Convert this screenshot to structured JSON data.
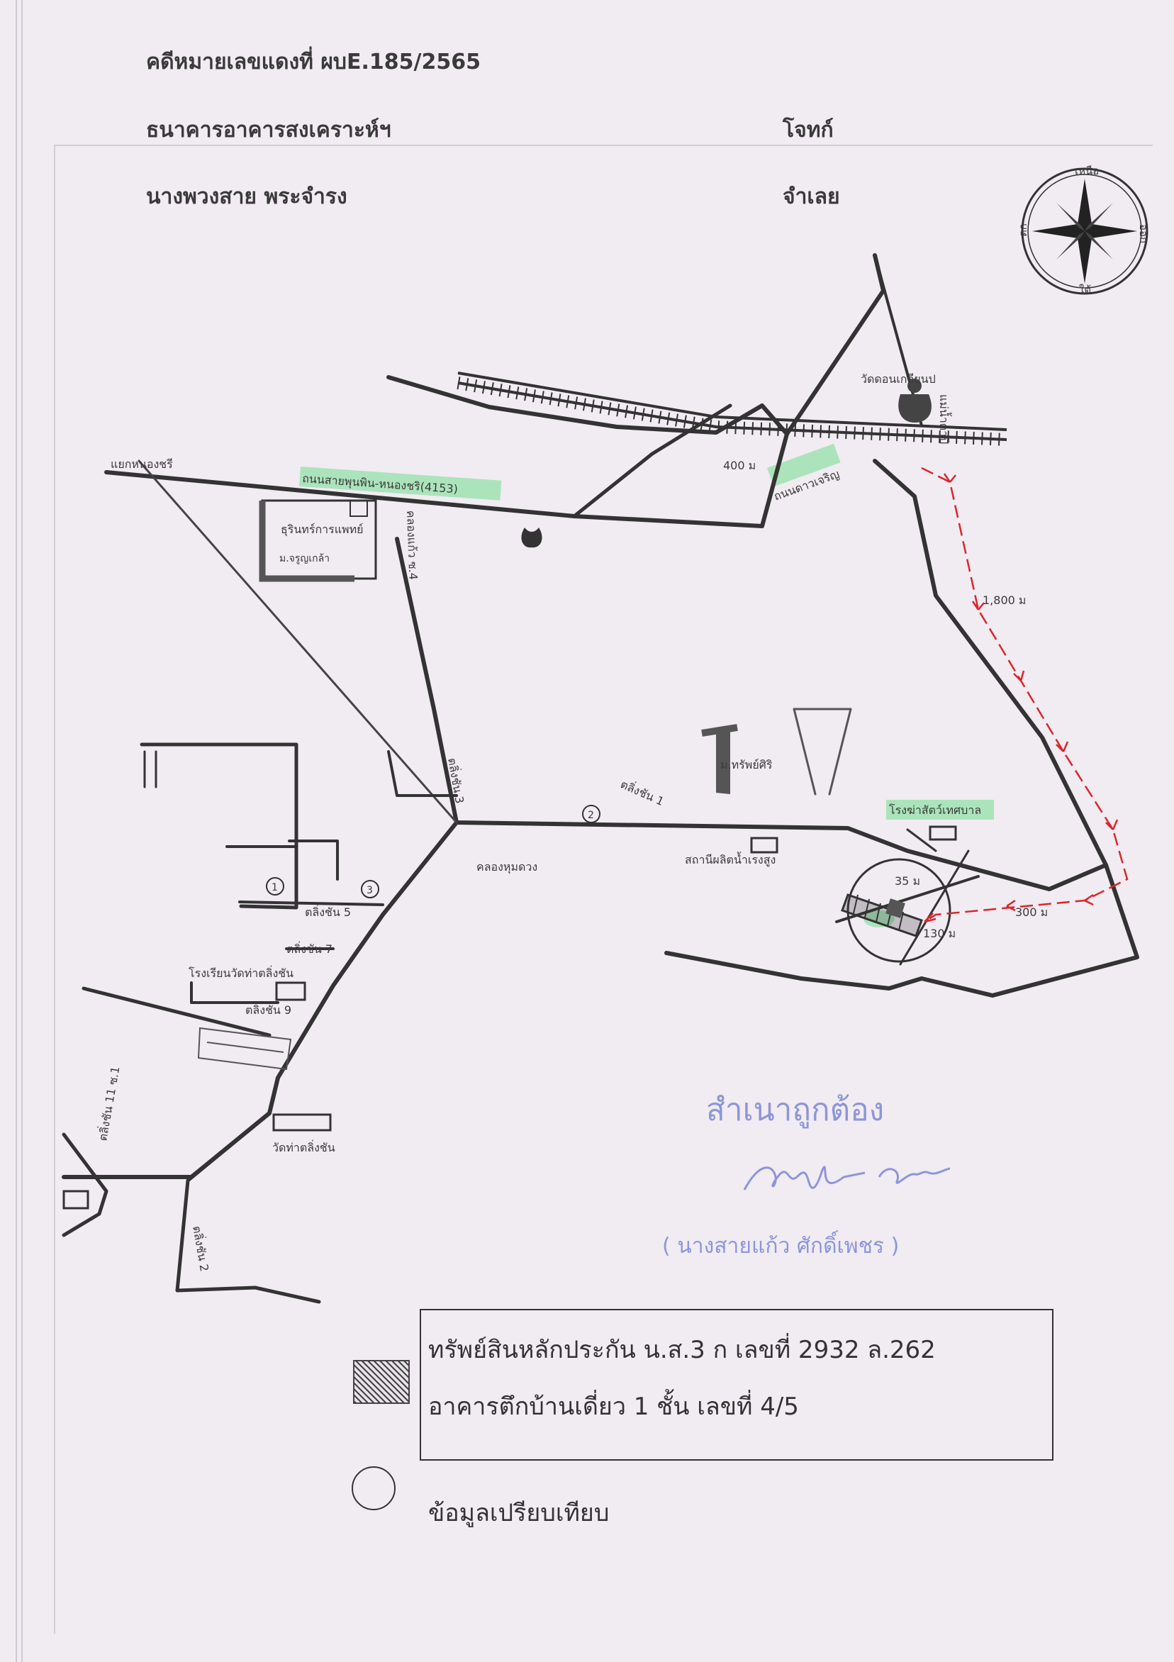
{
  "header": {
    "case_number": "คดีหมายเลขแดงที่ ผบE.185/2565",
    "plaintiff_name": "ธนาคารอาคารสงเคราะห์ฯ",
    "plaintiff_role": "โจทก์",
    "defendant_name": "นางพวงสาย  พระจำรง",
    "defendant_role": "จำเลย"
  },
  "compass": {
    "north": "เหนือ",
    "south": "ใต้",
    "east": "ออก",
    "west": "ตก"
  },
  "map_labels": {
    "road_main": "ถนนสายพุนพิน-หนองชริ(4153)",
    "junction_west": "แยกหนองชรี",
    "hospital": "ธุรินทร์การแพทย์",
    "school_jaruay": "ม.จรูญเกล้า",
    "lane_4": "คลองแก้ว ซ.4",
    "lane_3": "ตลิ่งชัน 3",
    "lane_1": "ตลิ่งชัน 1",
    "lane_5": "ตลิ่งชัน 5",
    "lane_7": "ตลิ่งชัน 7",
    "lane_9": "ตลิ่งชัน 9",
    "lane_11": "ตลิ่งชัน 11 ซ.1",
    "lane_2": "ตลิ่งชัน 2",
    "village_sap": "ม.ทรัพย์ศิริ",
    "station": "สถานีผลิตน้ำเรงสูง",
    "canal": "คลองหุมดวง",
    "temple_thachang": "วัดท่าตลิ่งชัน",
    "school_wat": "โรงเรียนวัดท่าตลิ่งชัน",
    "temple_top": "วัดดอนเกลียนป",
    "river_label": "แม่น้ำตาปี",
    "road_green": "ถนนดาวเจริญ",
    "slaughterhouse": "โรงฆ่าสัตว์เทศบาล",
    "dist_400": "400 ม",
    "dist_1800": "1,800 ม",
    "dist_35": "35 ม",
    "dist_300": "300 ม",
    "dist_130": "130 ม",
    "marker_1": "1",
    "marker_2": "2",
    "marker_3": "3"
  },
  "stamp": {
    "certified": "สำเนาถูกต้อง",
    "signer": "( นางสายแก้ว  ศักดิ์เพชร )"
  },
  "legend": {
    "line1": "ทรัพย์สินหลักประกัน น.ส.3 ก เลขที่ 2932 ล.262",
    "line2": "อาคารตึกบ้านเดี่ยว 1 ชั้น เลขที่ 4/5",
    "comparison": "ข้อมูลเปรียบเทียบ"
  },
  "colors": {
    "route": "#d9262b",
    "highlight": "#9fe3b2",
    "stamp": "#8c96d8",
    "road": "#333333"
  }
}
